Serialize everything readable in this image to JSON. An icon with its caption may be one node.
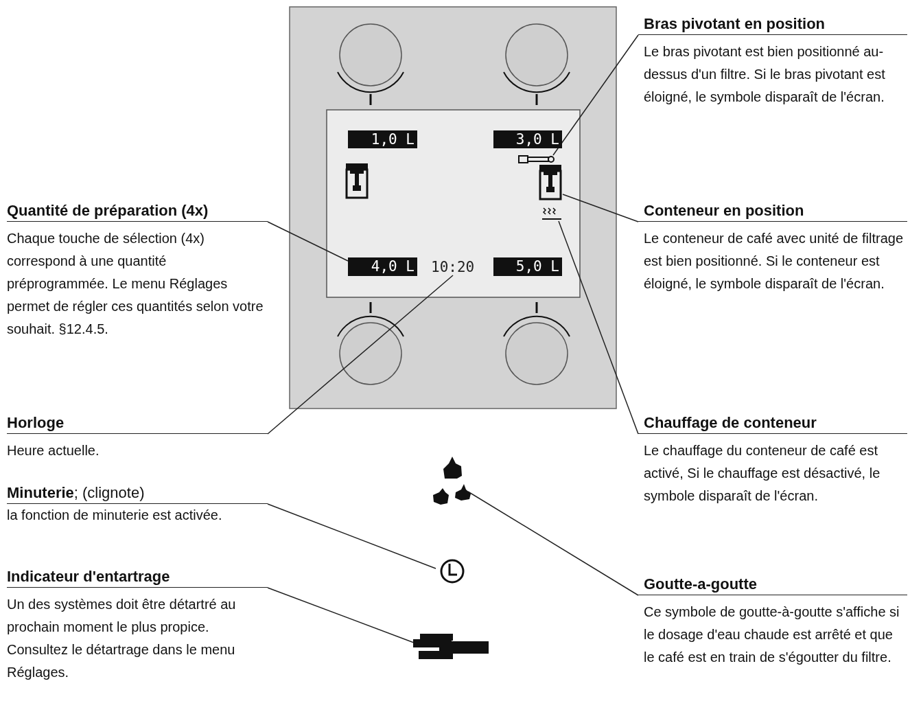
{
  "diagram": {
    "nodes": [
      {
        "text": [
          "Bras pivotant en position",
          "Le bras pivotant est bien positionné au-dessus d'un filtre. Si le bras pivotant est éloigné, le symbole disparaît de l'écran."
        ]
      },
      {
        "text": [],
        "shape": "picture"
      },
      {
        "text": [
          "Quantité de préparation  (4x)",
          "Chaque touche de sélection (4x) correspond à une quantité préprogrammée. Le menu Réglages permet de régler ces quantités selon votre souhait. §12.4.5."
        ]
      },
      {
        "text": [],
        "shape": "picture"
      },
      {
        "text": [
          "Conteneur en position",
          "Le conteneur de café avec unité de filtrage est bien positionné. Si le conteneur est éloigné, le symbole disparaît de l'écran."
        ]
      },
      {
        "text": [],
        "shape": "picture"
      },
      {
        "text": [
          "4,0 L"
        ]
      },
      {
        "text": [
          "10:20"
        ]
      },
      {
        "text": [
          "Horloge",
          "Heure actuelle."
        ]
      },
      {
        "text": [
          "Chauffage de conteneur",
          "Le chauffage du conteneur de café est activé, Si le chauffage est désactivé, le symbole disparaît de l'écran."
        ]
      },
      {
        "text": [
          "**Minuterie**; (clignote)",
          "la fonction de minuterie est activée."
        ]
      },
      {
        "text": [],
        "shape": "picture"
      },
      {
        "text": [],
        "shape": "picture"
      },
      {
        "text": [
          "Indicateur d'entartrage",
          "Un des systèmes doit être détartré au prochain moment le plus propice. Consultez le détartrage dans le menu Réglages."
        ]
      },
      {
        "text": [
          "Goutte-a-goutte",
          "Ce symbole de goutte-à-goutte s'affiche si le dosage d'eau chaude est arrêté et que le café est en train de s'égoutter du filtre."
        ]
      },
      {
        "text": [],
        "shape": "picture"
      },
      {
        "text": [
          "1,0 L"
        ]
      },
      {
        "text": [
          "3,0 L"
        ]
      },
      {
        "text": [
          "5,0 L"
        ]
      },
      {
        "text": [],
        "shape": "picture"
      }
    ],
    "edges": [
      {
        "from": 0,
        "to": 1,
        "arrow": "none"
      },
      {
        "from": 2,
        "to": 6,
        "arrow": "none"
      },
      {
        "from": 4,
        "to": 3,
        "arrow": "none"
      },
      {
        "from": 8,
        "to": 7,
        "arrow": "none"
      },
      {
        "from": 9,
        "to": 5,
        "arrow": "none"
      },
      {
        "from": 10,
        "to": 12,
        "arrow": "none"
      },
      {
        "from": 14,
        "to": 11,
        "arrow": "none"
      },
      {
        "from": 13,
        "to": 15,
        "arrow": "none"
      }
    ]
  }
}
